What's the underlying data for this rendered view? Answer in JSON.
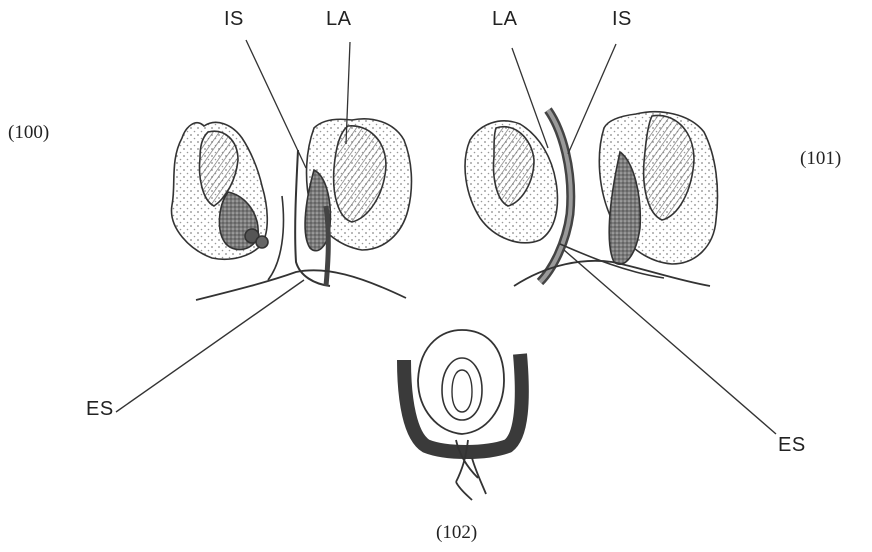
{
  "figures": [
    {
      "id": "100",
      "caption": "(100)"
    },
    {
      "id": "101",
      "caption": "(101)"
    },
    {
      "id": "102",
      "caption": "(102)"
    }
  ],
  "labels": {
    "fig100_is": "IS",
    "fig100_la": "LA",
    "fig100_es": "ES",
    "fig101_la": "LA",
    "fig101_is": "IS",
    "fig101_es": "ES"
  },
  "colors": {
    "ink": "#2a2a2a",
    "shade": "#6a6a6a",
    "light": "#a8a8a8",
    "paper": "#ffffff"
  }
}
